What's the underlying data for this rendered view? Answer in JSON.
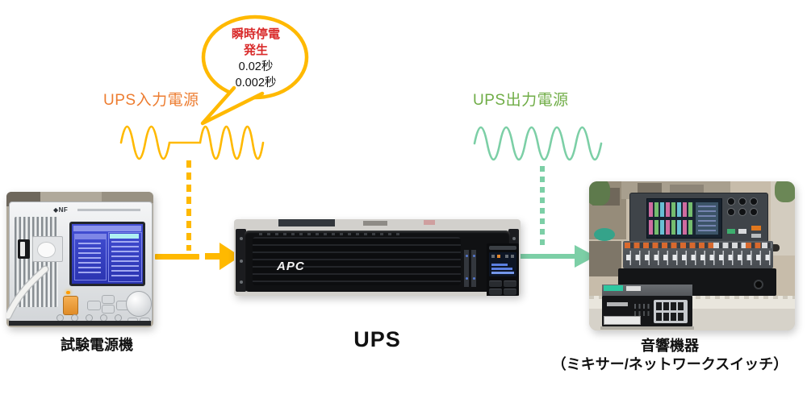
{
  "bubble": {
    "line1": "瞬時停電",
    "line2": "発生",
    "line3": "0.02秒",
    "line4": "0.002秒"
  },
  "flow": {
    "input_label": "UPS入力電源",
    "output_label": "UPS出力電源"
  },
  "devices": {
    "source": {
      "caption": "試験電源機",
      "brand": "◆NF"
    },
    "ups": {
      "caption": "UPS",
      "brand": "APC"
    },
    "audio": {
      "caption_line1": "音響機器",
      "caption_line2": "（ミキサー/ネットワークスイッチ）"
    }
  },
  "colors": {
    "amber": "#FFB900",
    "orange_label": "#ED7D31",
    "red_text": "#D92B2B",
    "green_label": "#70AD47",
    "mint_wave": "#7CCFA6"
  }
}
